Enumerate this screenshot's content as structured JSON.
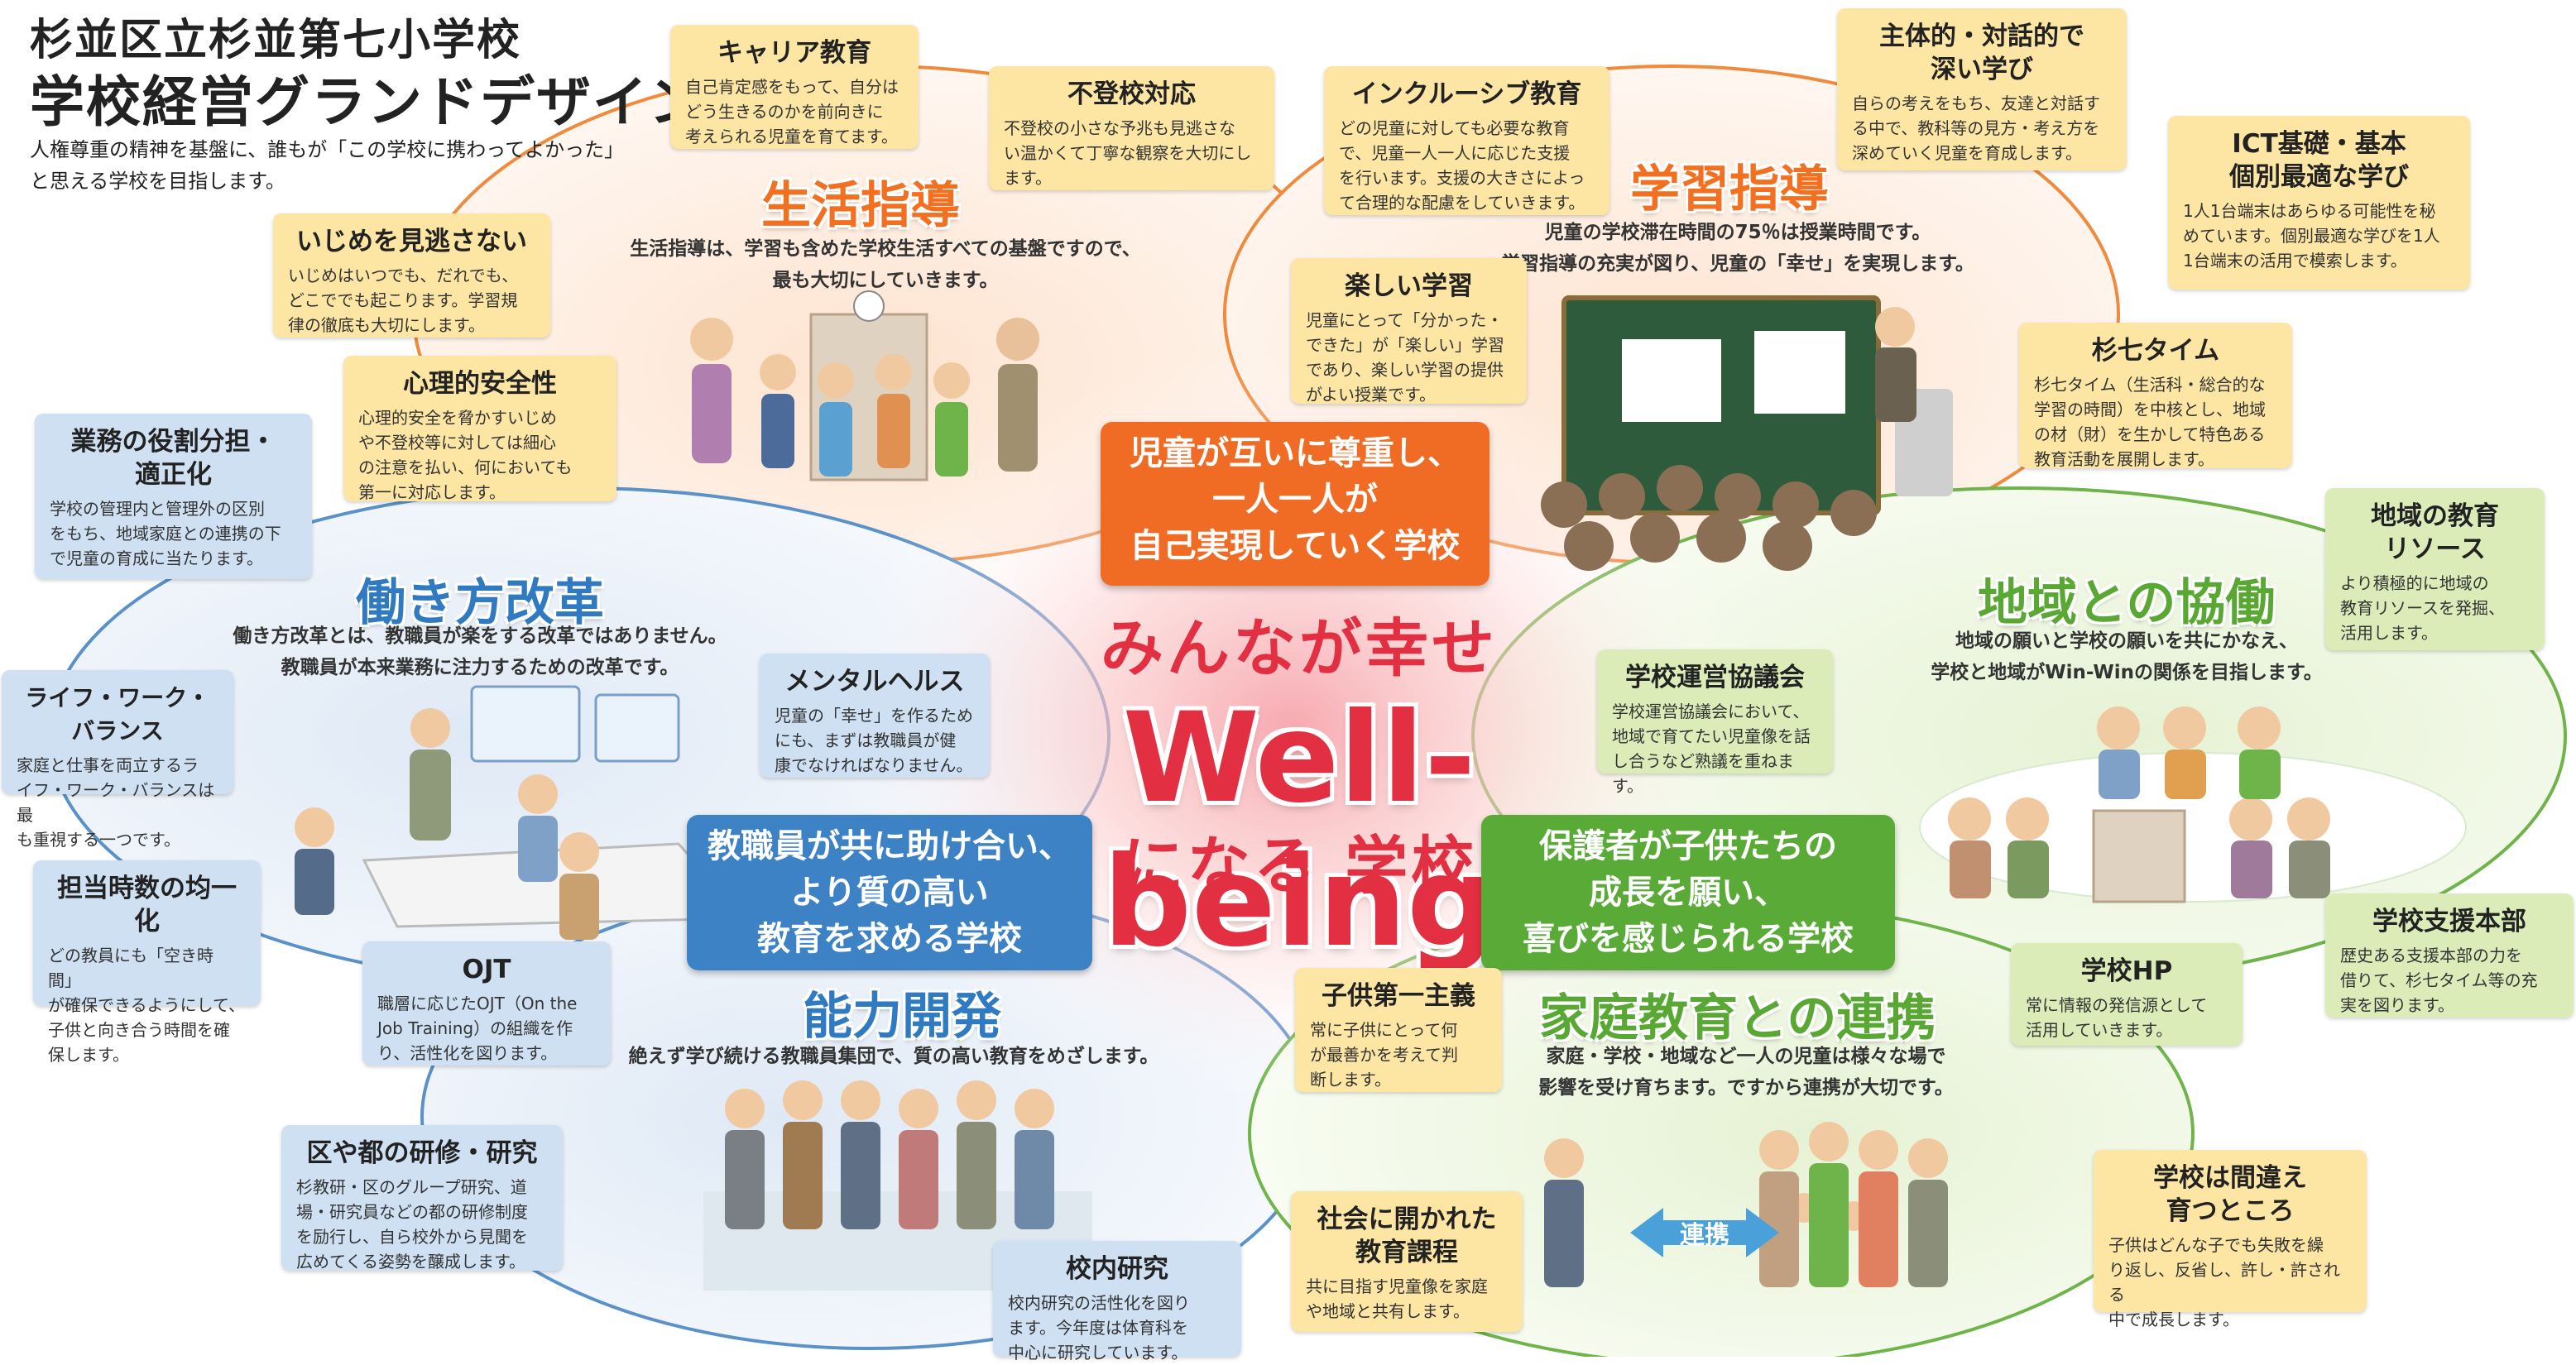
{
  "header": {
    "school": "杉並区立杉並第七小学校",
    "title": "学校経営グランドデザイン",
    "lead": "人権尊重の精神を基盤に、誰もが「この学校に携わってよかった」と思える学校を目指します。"
  },
  "center": {
    "line1": "みんなが幸せ",
    "main": "Well-being",
    "line3": "になる 学校"
  },
  "goals": {
    "top": "児童が互いに尊重し、\n一人一人が\n自己実現していく学校",
    "left": "教職員が共に助け合い、\nより質の高い\n教育を求める学校",
    "right": "保護者が子供たちの\n成長を願い、\n喜びを感じられる学校"
  },
  "sections": {
    "seikatsu": {
      "title": "生活指導",
      "desc": "生活指導は、学習も含めた学校生活すべての基盤ですので、\n最も大切にしていきます。"
    },
    "gakushu": {
      "title": "学習指導",
      "desc": "児童の学校滞在時間の75％は授業時間です。\n学習指導の充実が図り、児童の「幸せ」を実現します。"
    },
    "hatarakikata": {
      "title": "働き方改革",
      "desc": "働き方改革とは、教職員が楽をする改革ではありません。\n教職員が本来業務に注力するための改革です。"
    },
    "chiiki": {
      "title": "地域との協働",
      "desc": "地域の願いと学校の願いを共にかなえ、\n学校と地域がWin-Winの関係を目指します。"
    },
    "noryoku": {
      "title": "能力開発",
      "desc": "絶えず学び続ける教職員集団で、質の高い教育をめざします。"
    },
    "katei": {
      "title": "家庭教育との連携",
      "desc": "家庭・学校・地域など一人の児童は様々な場で\n影響を受け育ちます。ですから連携が大切です。"
    }
  },
  "renkei_label": "連携",
  "cards": [
    {
      "id": "career",
      "title": "キャリア教育",
      "body": "自己肯定感をもって、自分は\nどう生きるのかを前向きに\n考えられる児童を育てます。"
    },
    {
      "id": "futoko",
      "title": "不登校対応",
      "body": "不登校の小さな予兆も見逃さな\nい温かくて丁寧な観察を大切にし\nます。"
    },
    {
      "id": "inclusive",
      "title": "インクルーシブ教育",
      "body": "どの児童に対しても必要な教育\nで、児童一人一人に応じた支援\nを行います。支援の大きさによっ\nて合理的な配慮をしていきます。"
    },
    {
      "id": "shutaiteki",
      "title": "主体的・対話的で\n深い学び",
      "body": "自らの考えをもち、友達と対話す\nる中で、教科等の見方・考え方を\n深めていく児童を育成します。"
    },
    {
      "id": "ict",
      "title": "ICT基礎・基本\n個別最適な学び",
      "body": "1人1台端末はあらゆる可能性を秘\nめています。個別最適な学びを1人\n1台端末の活用で模索します。"
    },
    {
      "id": "ijime",
      "title": "いじめを見逃さない",
      "body": "いじめはいつでも、だれでも、\nどこででも起こります。学習規\n律の徹底も大切にします。"
    },
    {
      "id": "tanoshii",
      "title": "楽しい学習",
      "body": "児童にとって「分かった・\nできた」が「楽しい」学習\nであり、楽しい学習の提供\nがよい授業です。"
    },
    {
      "id": "shinri",
      "title": "心理的安全性",
      "body": "心理的安全を脅かすいじめ\nや不登校等に対しては細心\nの注意を払い、何においても\n第一に対応します。"
    },
    {
      "id": "sugi7",
      "title": "杉七タイム",
      "body": "杉七タイム（生活科・総合的な\n学習の時間）を中核とし、地域\nの材（財）を生かして特色ある\n教育活動を展開します。"
    },
    {
      "id": "gyomu",
      "title": "業務の役割分担・\n適正化",
      "body": "学校の管理内と管理外の区別\nをもち、地域家庭との連携の下\nで児童の育成に当たります。"
    },
    {
      "id": "chiiki_resource",
      "title": "地域の教育\nリソース",
      "body": "より積極的に地域の\n教育リソースを発掘、\n活用します。"
    },
    {
      "id": "lwb",
      "title": "ライフ・ワーク・バランス",
      "body": "家庭と仕事を両立するラ\nイフ・ワーク・バランスは最\nも重視する一つです。"
    },
    {
      "id": "mental",
      "title": "メンタルヘルス",
      "body": "児童の「幸せ」を作るため\nにも、まずは教職員が健\n康でなければなりません。"
    },
    {
      "id": "unei",
      "title": "学校運営協議会",
      "body": "学校運営協議会において、\n地域で育てたい児童像を話\nし合うなど熟議を重ねます。"
    },
    {
      "id": "tanto",
      "title": "担当時数の均一化",
      "body": "どの教員にも「空き時間」\nが確保できるようにして、\n子供と向き合う時間を確\n保します。"
    },
    {
      "id": "ojt",
      "title": "OJT",
      "body": "職層に応じたOJT（On the\nJob Training）の組織を作\nり、活性化を図ります。"
    },
    {
      "id": "shien",
      "title": "学校支援本部",
      "body": "歴史ある支援本部の力を\n借りて、杉七タイム等の充\n実を図ります。"
    },
    {
      "id": "hp",
      "title": "学校HP",
      "body": "常に情報の発信源として\n活用していきます。"
    },
    {
      "id": "kodomo",
      "title": "子供第一主義",
      "body": "常に子供にとって何\nが最善かを考えて判\n断します。"
    },
    {
      "id": "kenshu",
      "title": "区や都の研修・研究",
      "body": "杉教研・区のグループ研究、道\n場・研究員などの都の研修制度\nを励行し、自ら校外から見聞を\n広めてくる姿勢を醸成します。"
    },
    {
      "id": "shakai",
      "title": "社会に開かれた\n教育課程",
      "body": "共に目指す児童像を家庭\nや地域と共有します。"
    },
    {
      "id": "machigai",
      "title": "学校は間違え\n育つところ",
      "body": "子供はどんな子でも失敗を繰\nり返し、反省し、許し・許される\n中で成長します。"
    },
    {
      "id": "konai",
      "title": "校内研究",
      "body": "校内研究の活性化を図り\nます。今年度は体育科を\n中心に研究しています。"
    }
  ],
  "colors": {
    "orange": "#f37021",
    "blue": "#2f7ac0",
    "green": "#58a833",
    "red": "#e23042",
    "card_yellow": "#fde6a4",
    "card_blue": "#cfe0f3",
    "card_green": "#dbecb9"
  }
}
